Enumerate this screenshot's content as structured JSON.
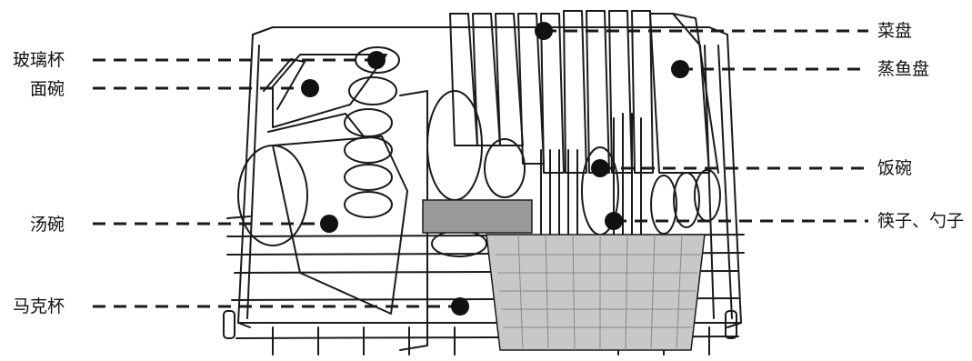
{
  "labels": {
    "boli_bei": "玻璃杯",
    "mian_wan": "面碗",
    "tang_wan": "汤碗",
    "makebei": "马克杯",
    "cai_pan": "菜盘",
    "zheng_yu_pan": "蒸鱼盘",
    "fan_wan": "饭碗",
    "kuaizi_shaozi": "筷子、勺子"
  },
  "colors": {
    "line": "#1a1a1a",
    "dot": "#111111",
    "basket": "#c8c8c8",
    "handle": "#999999"
  }
}
